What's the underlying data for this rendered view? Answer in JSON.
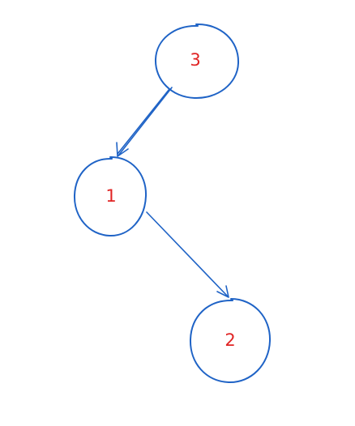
{
  "colors": {
    "stroke": "#1f63c6",
    "label": "#e02424",
    "background": "#ffffff"
  },
  "nodes": [
    {
      "id": "n3",
      "label": "3"
    },
    {
      "id": "n1",
      "label": "1"
    },
    {
      "id": "n2",
      "label": "2"
    }
  ],
  "edges": [
    {
      "from": "n3",
      "to": "n1"
    },
    {
      "from": "n1",
      "to": "n2"
    }
  ]
}
